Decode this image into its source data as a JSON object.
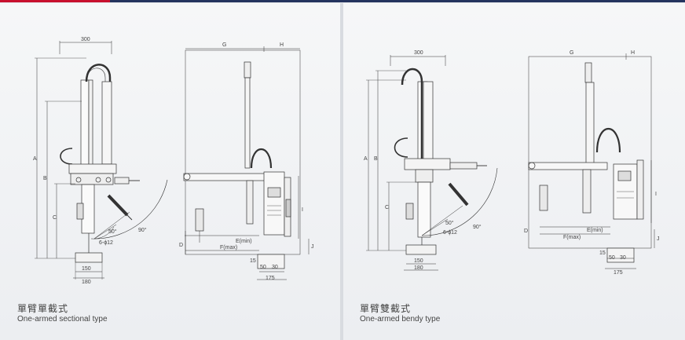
{
  "left": {
    "caption_zh": "單臂單截式",
    "caption_en": "One-armed sectional type",
    "dims": {
      "w300": "300",
      "A": "A",
      "B": "B",
      "C": "C",
      "D": "D",
      "G": "G",
      "H": "H",
      "I": "I",
      "J": "J",
      "w150": "150",
      "w180": "180",
      "w15": "15",
      "w50": "50",
      "w30": "30",
      "w175": "175",
      "emin": "E(min)",
      "fmax": "F(max)",
      "a50": "50°",
      "a90": "90°",
      "phi": "6-ϕ12"
    }
  },
  "right": {
    "caption_zh": "單臂雙截式",
    "caption_en": "One-armed bendy type",
    "dims": {
      "w300": "300",
      "A": "A",
      "B": "B",
      "C": "C",
      "D": "D",
      "G": "G",
      "H": "H",
      "I": "I",
      "J": "J",
      "w150": "150",
      "w180": "180",
      "w15": "15",
      "w50": "50",
      "w30": "30",
      "w175": "175",
      "emin": "E(min)",
      "fmax": "F(max)",
      "a50": "50°",
      "a90": "90°",
      "phi": "6-ϕ12"
    }
  },
  "colors": {
    "accent_red": "#c8102e",
    "accent_navy": "#24345f",
    "line": "#333333"
  }
}
